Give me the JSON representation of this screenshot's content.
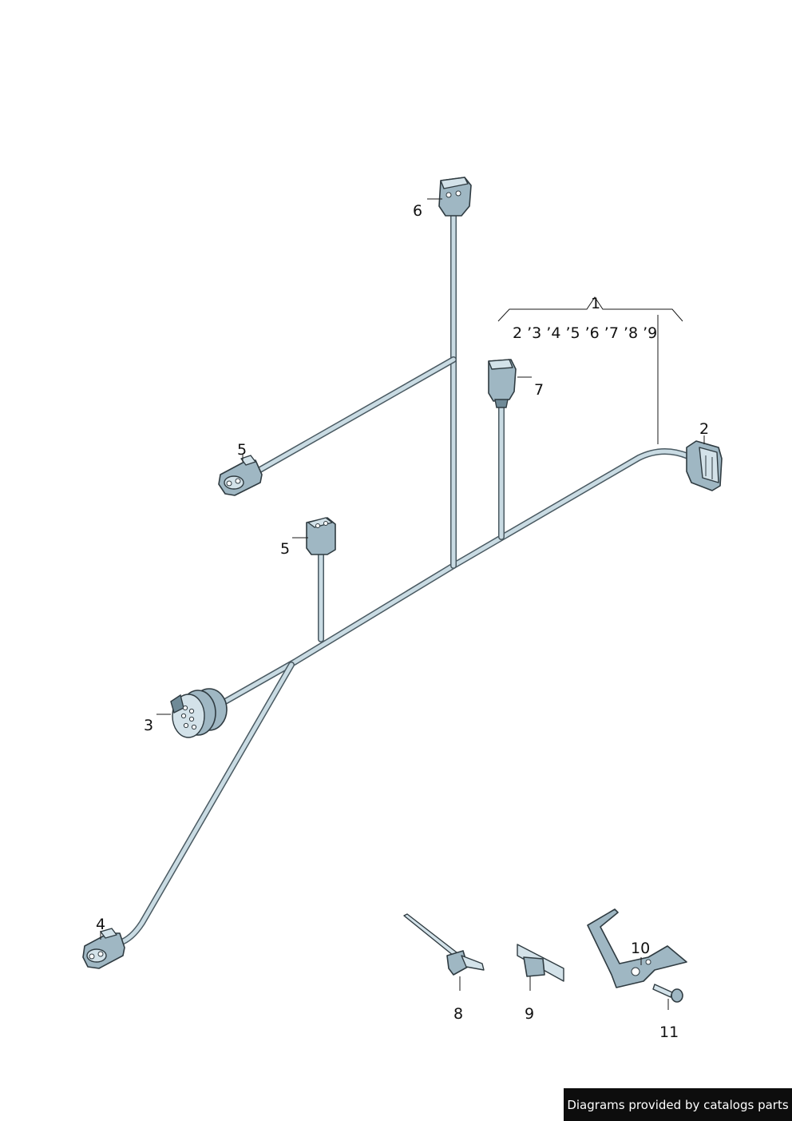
{
  "diagram": {
    "callouts": {
      "c1": "1",
      "c2": "2",
      "c3": "3",
      "c4": "4",
      "c5a": "5",
      "c5b": "5",
      "c6": "6",
      "c7": "7",
      "c8": "8",
      "c9": "9",
      "c10": "10",
      "c11": "11"
    },
    "group_list": "2 ’3 ’4 ’5 ’6 ’7 ’8 ’9"
  },
  "footer": {
    "text": "Diagrams provided by catalogs parts"
  },
  "colors": {
    "wire_fill": "#c9dbe3",
    "wire_outline": "#4a5a62",
    "connector": "#9fb7c3",
    "footer_bg": "#0d0d0d"
  }
}
